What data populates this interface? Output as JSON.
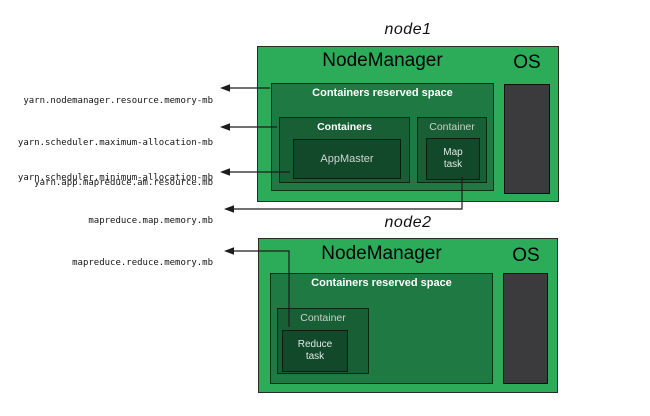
{
  "labels": {
    "nm_resource": "yarn.nodemanager.resource.memory-mb",
    "sched_max": "yarn.scheduler.maximum-allocation-mb",
    "sched_min": "yarn.scheduler.minimum-allocation-mb",
    "am_resource": "yarn.app.mapreduce.am.resource.mb",
    "map_memory": "mapreduce.map.memory.mb",
    "reduce_memory": "mapreduce.reduce.memory.mb"
  },
  "node1": {
    "title": "node1",
    "nodemanager": "NodeManager",
    "os": "OS",
    "reserved": "Containers reserved space",
    "containers_label": "Containers",
    "appmaster": "AppMaster",
    "container_label": "Container",
    "map_task_line1": "Map",
    "map_task_line2": "task"
  },
  "node2": {
    "title": "node2",
    "nodemanager": "NodeManager",
    "os": "OS",
    "reserved": "Containers reserved space",
    "container_label": "Container",
    "reduce_task_line1": "Reduce",
    "reduce_task_line2": "task"
  },
  "colors": {
    "node_bg": "#2CAC58",
    "reserved_bg": "#1E7942",
    "container_bg": "#185F35",
    "task_bg": "#12492A",
    "os_bg": "#3B3B3D"
  }
}
